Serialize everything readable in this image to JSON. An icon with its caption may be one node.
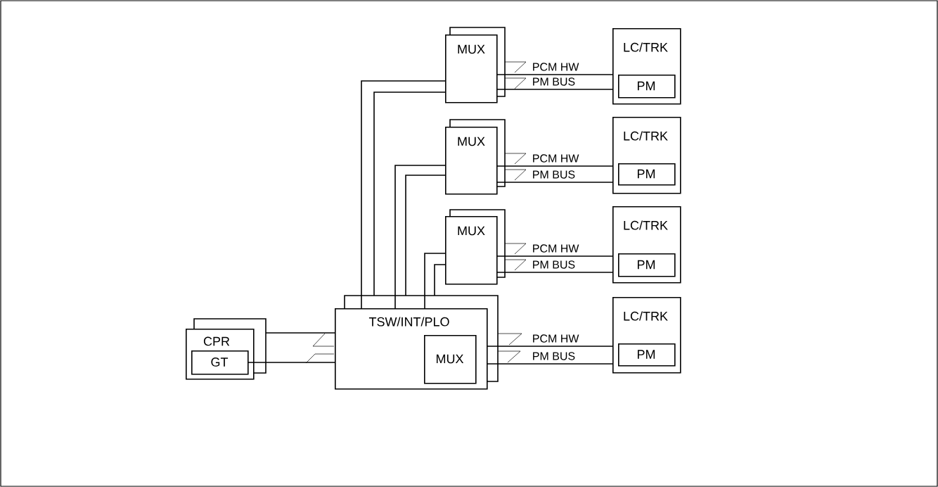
{
  "diagram": {
    "nodes": [
      {
        "text": [
          "MUX"
        ]
      },
      {
        "text": [
          "LC/TRK"
        ]
      },
      {
        "text": [
          "PM"
        ],
        "in": 1
      },
      {
        "text": [
          "MUX"
        ]
      },
      {
        "text": [
          "LC/TRK"
        ]
      },
      {
        "text": [
          "PM"
        ],
        "in": 4
      },
      {
        "text": [
          "MUX"
        ]
      },
      {
        "text": [
          "LC/TRK"
        ]
      },
      {
        "text": [
          "PM"
        ],
        "in": 7
      },
      {
        "text": [
          "CPR"
        ]
      },
      {
        "text": [
          "GT"
        ],
        "in": 9
      },
      {
        "text": [
          "TSW/INT/PLO"
        ]
      },
      {
        "text": [
          "MUX"
        ],
        "in": 11
      },
      {
        "text": [
          "LC/TRK"
        ]
      },
      {
        "text": [
          "PM"
        ],
        "in": 13
      }
    ],
    "edges": [
      {
        "from": 0,
        "to": 1,
        "arrow": "none",
        "label": "PCM HW"
      },
      {
        "from": 0,
        "to": 1,
        "arrow": "none",
        "label": "PM BUS"
      },
      {
        "from": 3,
        "to": 4,
        "arrow": "none",
        "label": "PCM HW"
      },
      {
        "from": 3,
        "to": 4,
        "arrow": "none",
        "label": "PM BUS"
      },
      {
        "from": 6,
        "to": 7,
        "arrow": "none",
        "label": "PCM HW"
      },
      {
        "from": 6,
        "to": 7,
        "arrow": "none",
        "label": "PM BUS"
      },
      {
        "from": 11,
        "to": 13,
        "arrow": "none",
        "label": "PCM HW"
      },
      {
        "from": 11,
        "to": 13,
        "arrow": "none",
        "label": "PM BUS"
      },
      {
        "from": 11,
        "to": 0,
        "arrow": "none"
      },
      {
        "from": 11,
        "to": 0,
        "arrow": "none"
      },
      {
        "from": 11,
        "to": 3,
        "arrow": "none"
      },
      {
        "from": 11,
        "to": 3,
        "arrow": "none"
      },
      {
        "from": 11,
        "to": 6,
        "arrow": "none"
      },
      {
        "from": 11,
        "to": 6,
        "arrow": "none"
      },
      {
        "from": 9,
        "to": 11,
        "arrow": "none"
      },
      {
        "from": 10,
        "to": 11,
        "arrow": "none"
      }
    ]
  }
}
